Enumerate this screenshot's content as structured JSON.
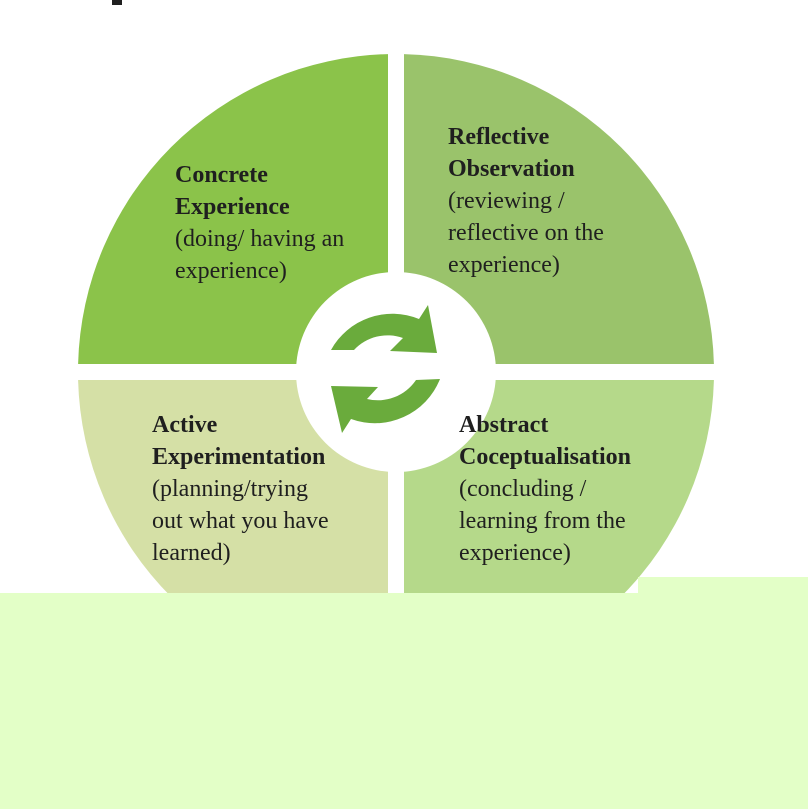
{
  "colors": {
    "concrete_experience": "#8bc34a",
    "reflective_observation": "#9ac36b",
    "active_experimentation": "#d5e0a6",
    "abstract_conceptualisation": "#b5d98a",
    "cycle_arrows": "#6aab3c",
    "center_circle": "#ffffff",
    "bottom_band": "#e3ffc7"
  },
  "quadrants": {
    "concrete_experience": {
      "title": "Concrete\nExperience",
      "description": "(doing/ having an\nexperience)"
    },
    "reflective_observation": {
      "title": "Reflective\nObservation",
      "description": "(reviewing /\nreflective on the\nexperience)"
    },
    "active_experimentation": {
      "title": "Active\nExperimentation",
      "description": "(planning/trying\nout what you have\nlearned)"
    },
    "abstract_conceptualisation": {
      "title": "Abstract\nCoceptualisation",
      "description": "(concluding /\nlearning from the\nexperience)"
    }
  },
  "center_icon": "cycle-arrows-icon"
}
